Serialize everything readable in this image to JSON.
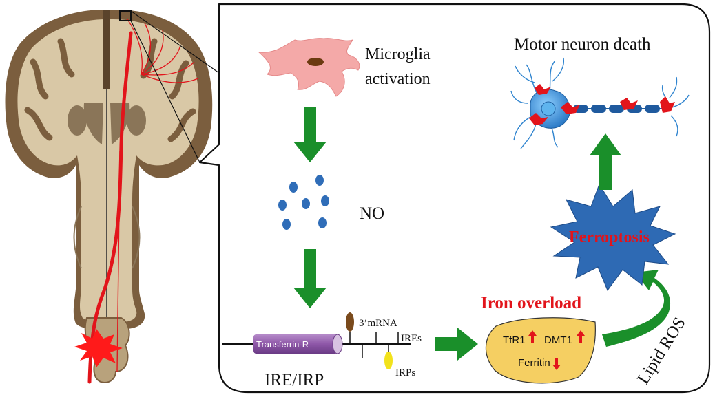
{
  "labels": {
    "microglia": [
      "Microglia",
      "activation"
    ],
    "no": "NO",
    "motor_neuron_death": "Motor neuron death",
    "ferroptosis": "Ferroptosis",
    "iron_overload": "Iron overload",
    "lipid_ros": "Lipid ROS",
    "ire_irp": "IRE/IRP",
    "transferrin_r": "Transferrin-R",
    "mrna": "3’mRNA",
    "ires": "IREs",
    "irps": "IRPs",
    "tfr1": "TfR1",
    "dmt1": "DMT1",
    "ferritin": "Ferritin"
  },
  "colors": {
    "green_arrow": "#1a8f2a",
    "red_text": "#e2141b",
    "ferroptosis_fill": "#2e6ab4",
    "cell_fill": "#f5cf62",
    "microglia_fill": "#f4a9a8",
    "no_dot": "#2f6db8",
    "transferrin_fill": "#8e57a8",
    "brain_cortex": "#7b5e3e",
    "brain_fill": "#d9c8a6",
    "neuron_fill": "#2f84cf"
  },
  "icons": [
    "brain-section-icon",
    "microglia-cell-icon",
    "no-molecule-icon",
    "motor-neuron-icon",
    "ferroptosis-burst-icon",
    "lesion-burst-icon"
  ]
}
